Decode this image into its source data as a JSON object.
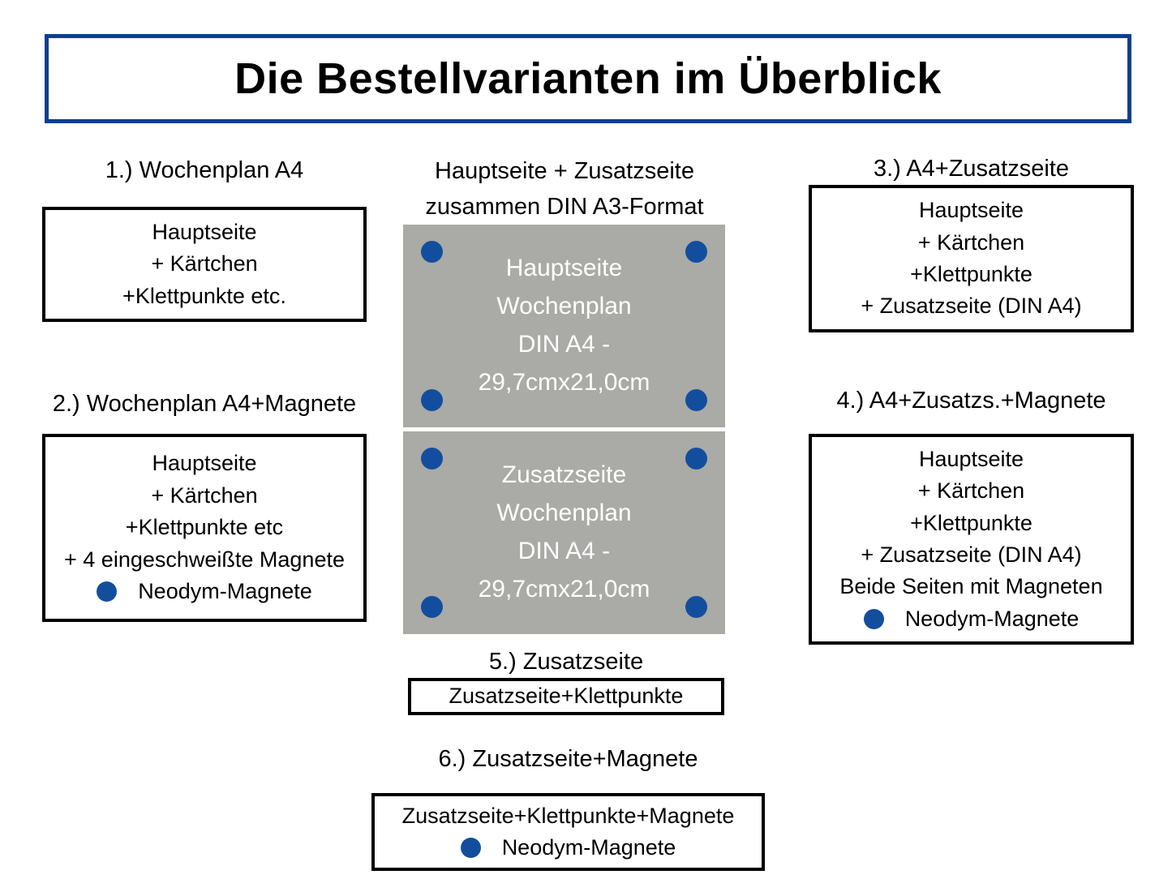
{
  "colors": {
    "brand_blue": "#134e9e",
    "title_border_blue": "#0d3f8f",
    "page_gray": "#aaaaa6",
    "text_black": "#000000",
    "page_text_white": "#ffffff"
  },
  "title": {
    "text": "Die Bestellvarianten im Überblick"
  },
  "centre": {
    "caption_line1": "Hauptseite + Zusatzseite",
    "caption_line2": "zusammen DIN A3-Format",
    "pages": [
      {
        "id": "hauptseite",
        "lines": [
          "Hauptseite",
          "Wochenplan",
          "DIN A4 -",
          "29,7cmx21,0cm"
        ],
        "corner_dots": 4
      },
      {
        "id": "zusatzseite",
        "lines": [
          "Zusatzseite",
          "Wochenplan",
          "DIN A4 -",
          "29,7cmx21,0cm"
        ],
        "corner_dots": 4
      }
    ]
  },
  "variants": [
    {
      "number": "1.)",
      "heading": "1.) Wochenplan A4",
      "lines": [
        "Hauptseite",
        "+ Kärtchen",
        "+Klettpunkte etc."
      ],
      "dot_line_index": -1
    },
    {
      "number": "2.)",
      "heading": "2.) Wochenplan A4+Magnete",
      "lines": [
        "Hauptseite",
        "+ Kärtchen",
        "+Klettpunkte etc",
        "+ 4 eingeschweißte Magnete",
        "Neodym-Magnete"
      ],
      "dot_line_index": 4
    },
    {
      "number": "3.)",
      "heading": "3.)  A4+Zusatzseite",
      "lines": [
        "Hauptseite",
        "+ Kärtchen",
        "+Klettpunkte",
        "+ Zusatzseite (DIN A4)"
      ],
      "dot_line_index": -1
    },
    {
      "number": "4.)",
      "heading": "4.) A4+Zusatzs.+Magnete",
      "lines": [
        "Hauptseite",
        "+ Kärtchen",
        "+Klettpunkte",
        "+ Zusatzseite (DIN A4)",
        "Beide Seiten mit Magneten",
        "Neodym-Magnete"
      ],
      "dot_line_index": 5
    },
    {
      "number": "5.)",
      "heading": "5.) Zusatzseite",
      "lines": [
        "Zusatzseite+Klettpunkte"
      ],
      "dot_line_index": -1
    },
    {
      "number": "6.)",
      "heading": "6.) Zusatzseite+Magnete",
      "lines": [
        "Zusatzseite+Klettpunkte+Magnete",
        "Neodym-Magnete"
      ],
      "dot_line_index": 1
    }
  ]
}
